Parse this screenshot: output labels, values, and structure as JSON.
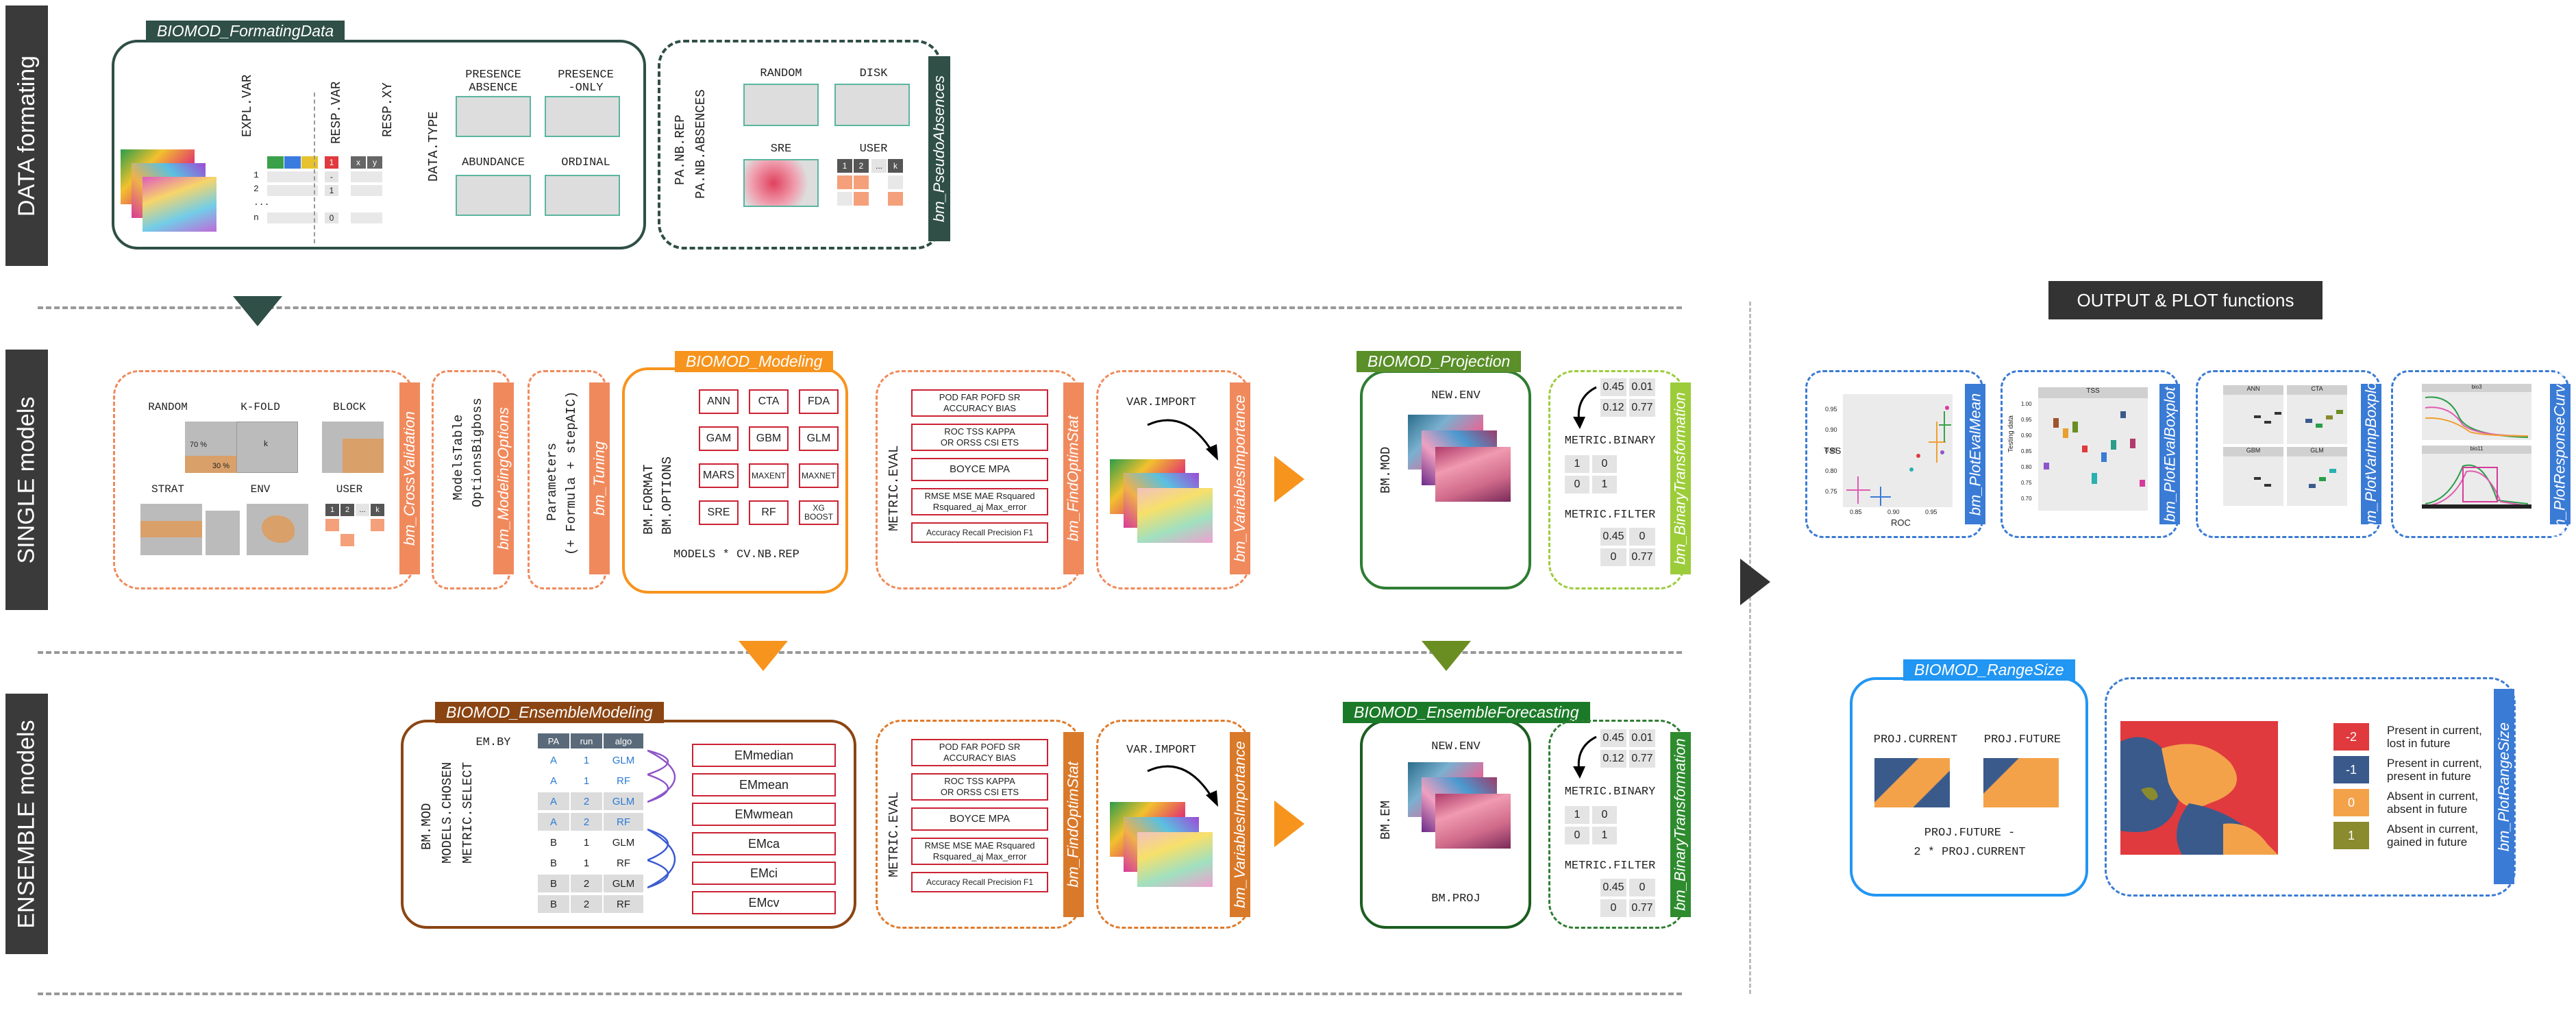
{
  "rows": {
    "data": "DATA formating",
    "single": "SINGLE models",
    "ensemble": "ENSEMBLE models"
  },
  "formating": {
    "tag": "BIOMOD_FormatingData",
    "expl_var": "EXPL.VAR",
    "resp_var": "RESP.VAR",
    "resp_xy": "RESP.XY",
    "data_type": "DATA.TYPE",
    "types": [
      "PRESENCE\nABSENCE",
      "PRESENCE\n-ONLY",
      "ABUNDANCE",
      "ORDINAL"
    ],
    "row_idx": [
      "1",
      "2",
      "...",
      "n"
    ],
    "resp_vals": [
      "1",
      "-",
      "1",
      "0"
    ],
    "xy": [
      "x",
      "y"
    ]
  },
  "pseudo": {
    "pa_rep": "PA.NB.REP",
    "pa_abs": "PA.NB.ABSENCES",
    "methods": [
      "RANDOM",
      "DISK",
      "SRE",
      "USER"
    ],
    "tab": "bm_PseudoAbsences",
    "user_cells": [
      "1",
      "2",
      "...",
      "k"
    ]
  },
  "crossval": {
    "methods": [
      "RANDOM",
      "K-FOLD",
      "BLOCK",
      "STRAT",
      "ENV",
      "USER"
    ],
    "pct": [
      "70 %",
      "30 %"
    ],
    "kfold": "k",
    "user_cells": [
      "1",
      "2",
      "...",
      "k"
    ],
    "tab": "bm_CrossValidation"
  },
  "modelingoptions": {
    "text1": "ModelsTable",
    "text2": "OptionsBigboss",
    "tab": "bm_ModelingOptions"
  },
  "tuning": {
    "text1": "Parameters",
    "text2": "(+ Formula + stepAIC)",
    "tab": "bm_Tuning"
  },
  "modeling": {
    "tag": "BIOMOD_Modeling",
    "format": "BM.FORMAT",
    "options": "BM.OPTIONS",
    "algos": [
      "ANN",
      "CTA",
      "FDA",
      "GAM",
      "GBM",
      "GLM",
      "MARS",
      "MAXENT",
      "MAXNET",
      "SRE",
      "RF",
      "XG\nBOOST"
    ],
    "footer": "MODELS * CV.NB.REP"
  },
  "findoptim": {
    "label": "METRIC.EVAL",
    "metrics": [
      "POD FAR POFD SR\nACCURACY BIAS",
      "ROC TSS KAPPA\nOR ORSS CSI ETS",
      "BOYCE MPA",
      "RMSE MSE MAE Rsquared\nRsquared_aj Max_error",
      "Accuracy Recall Precision F1"
    ],
    "tab": "bm_FindOptimStat"
  },
  "varimp": {
    "label": "VAR.IMPORT",
    "tab": "bm_VariablesImportance"
  },
  "projection": {
    "tag": "BIOMOD_Projection",
    "new_env": "NEW.ENV",
    "bm_mod": "BM.MOD"
  },
  "binary": {
    "vals": [
      "0.45",
      "0.01",
      "0.12",
      "0.77"
    ],
    "binary_label": "METRIC.BINARY",
    "bin_vals": [
      "1",
      "0",
      "0",
      "1"
    ],
    "filter_label": "METRIC.FILTER",
    "filter_vals": [
      "0.45",
      "0",
      "0",
      "0.77"
    ],
    "tab": "bm_BinaryTransformation"
  },
  "ensemble": {
    "tag": "BIOMOD_EnsembleModeling",
    "em_by": "EM.BY",
    "vlabels": [
      "BM.MOD",
      "MODELS.CHOSEN",
      "METRIC.SELECT"
    ],
    "headers": [
      "PA",
      "run",
      "algo"
    ],
    "rows": [
      [
        "A",
        "1",
        "GLM"
      ],
      [
        "A",
        "1",
        "RF"
      ],
      [
        "A",
        "2",
        "GLM"
      ],
      [
        "A",
        "2",
        "RF"
      ],
      [
        "B",
        "1",
        "GLM"
      ],
      [
        "B",
        "1",
        "RF"
      ],
      [
        "B",
        "2",
        "GLM"
      ],
      [
        "B",
        "2",
        "RF"
      ]
    ],
    "methods": [
      "EMmedian",
      "EMmean",
      "EMwmean",
      "EMca",
      "EMci",
      "EMcv"
    ]
  },
  "forecasting": {
    "tag": "BIOMOD_EnsembleForecasting",
    "new_env": "NEW.ENV",
    "bm_em": "BM.EM",
    "bm_proj": "BM.PROJ"
  },
  "output": {
    "title": "OUTPUT & PLOT functions",
    "plots": [
      {
        "tab": "bm_PlotEvalMean"
      },
      {
        "tab": "bm_PlotEvalBoxplot"
      },
      {
        "tab": "bm_PlotVarImpBoxplot"
      },
      {
        "tab": "bm_PlotResponseCurves"
      }
    ],
    "evalmean": {
      "xlabel": "ROC",
      "ylabel": "TSS",
      "xticks": [
        "0.85",
        "0.90",
        "0.95"
      ],
      "yticks": [
        "0.95",
        "0.90",
        "0.85",
        "0.80",
        "0.75"
      ]
    },
    "evalbox": {
      "strip": "TSS",
      "ylabel": "Testing data",
      "yticks": [
        "1.00",
        "0.95",
        "0.90",
        "0.85",
        "0.80",
        "0.75",
        "0.70"
      ]
    },
    "varimp_strips": [
      "ANN",
      "CTA",
      "GBM",
      "GLM"
    ],
    "response_strips": [
      "bio3",
      "bio11"
    ]
  },
  "rangesize": {
    "tag": "BIOMOD_RangeSize",
    "current": "PROJ.CURRENT",
    "future": "PROJ.FUTURE",
    "formula1": "PROJ.FUTURE -",
    "formula2": "2 * PROJ.CURRENT",
    "legend": [
      {
        "value": "-2",
        "text": "Present in current,\nlost in future",
        "color": "#e03a3e"
      },
      {
        "value": "-1",
        "text": "Present in current,\npresent in future",
        "color": "#3a5a8c"
      },
      {
        "value": "0",
        "text": "Absent in current,\nabsent in future",
        "color": "#f4a24a"
      },
      {
        "value": "1",
        "text": "Absent in current,\ngained in future",
        "color": "#8a8a2e"
      }
    ],
    "tab": "bm_PlotRangeSize"
  }
}
